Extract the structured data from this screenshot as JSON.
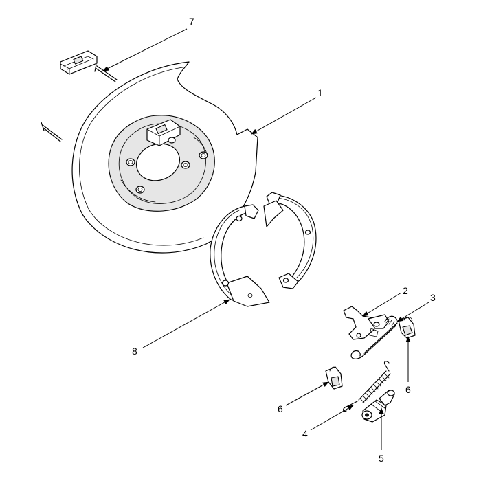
{
  "callouts": {
    "c1": "1",
    "c2": "2",
    "c3": "3",
    "c4": "4",
    "c5": "5",
    "c6a": "6",
    "c6b": "6",
    "c7": "7",
    "c8": "8"
  },
  "colors": {
    "line": "#000000",
    "background": "#ffffff",
    "shade": "#e6e6e6"
  }
}
